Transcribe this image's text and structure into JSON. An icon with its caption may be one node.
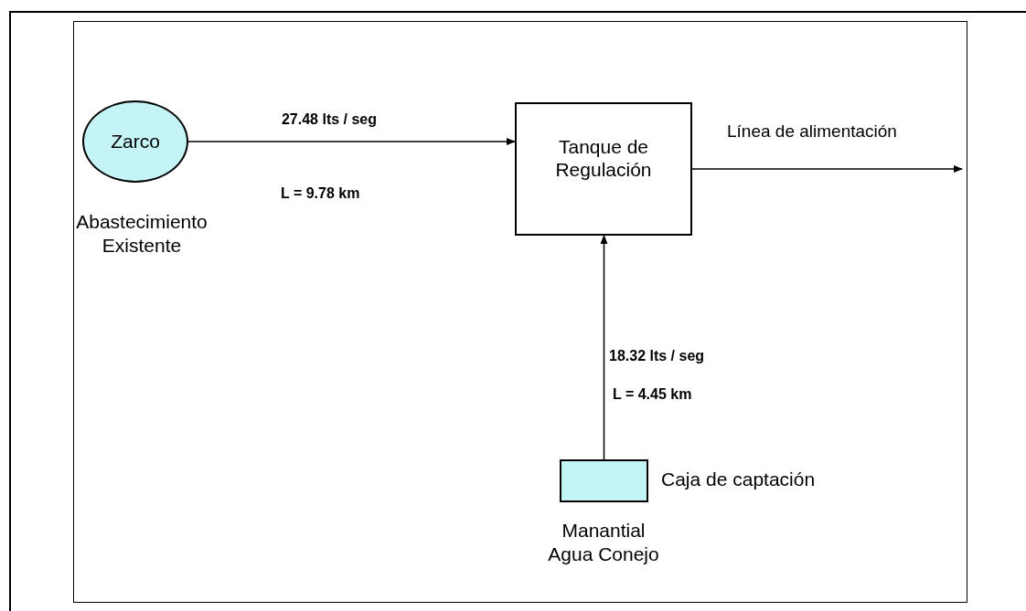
{
  "diagram": {
    "nodes": [
      {
        "text": [
          "Zarco"
        ],
        "beside": [
          "Abastecimiento Existente"
        ]
      },
      {
        "text": [
          "Tanque de Regulación"
        ]
      },
      {
        "text": [],
        "shape": "box",
        "beside": [
          "Caja de captación",
          "Manantial Agua Conejo"
        ]
      }
    ],
    "edges": [
      {
        "from": 0,
        "to": 1,
        "arrow": "to",
        "label": "27.48 lts / seg"
      },
      {
        "from": 1,
        "to": null,
        "arrow": "to",
        "label": "Línea de alimentación"
      },
      {
        "from": 2,
        "to": 1,
        "arrow": "to",
        "label": "18.32 lts / seg"
      }
    ],
    "labels": [
      "L = 9.78 km",
      "L = 4.45 km"
    ]
  }
}
